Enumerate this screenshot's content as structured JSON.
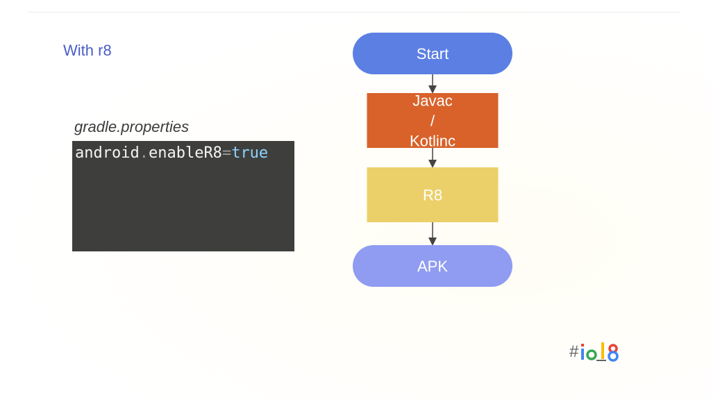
{
  "slide": {
    "title": "With r8",
    "file_label": "gradle.properties",
    "code": {
      "key": "android",
      "dot": ".",
      "prop": "enableR8",
      "eq": "=",
      "value": "true"
    }
  },
  "flowchart": {
    "nodes": [
      {
        "id": "start",
        "shape": "pill",
        "label_lines": [
          "Start"
        ],
        "color": "#5b7fe3"
      },
      {
        "id": "javac",
        "shape": "rect",
        "label_lines": [
          "Javac",
          "/",
          "Kotlinc"
        ],
        "color": "#d8622a"
      },
      {
        "id": "r8",
        "shape": "rect",
        "label_lines": [
          "R8"
        ],
        "color": "#ebd06a"
      },
      {
        "id": "apk",
        "shape": "pill",
        "label_lines": [
          "APK"
        ],
        "color": "#8f9cf1"
      }
    ],
    "edges": [
      {
        "from": "start",
        "to": "javac"
      },
      {
        "from": "javac",
        "to": "r8"
      },
      {
        "from": "r8",
        "to": "apk"
      }
    ],
    "edge_color": "#444444"
  },
  "branding": {
    "hashtag": "#io18",
    "logo_colors": [
      "#5f6368",
      "#4285f4",
      "#34a853",
      "#fbbc05",
      "#ea4335"
    ]
  }
}
